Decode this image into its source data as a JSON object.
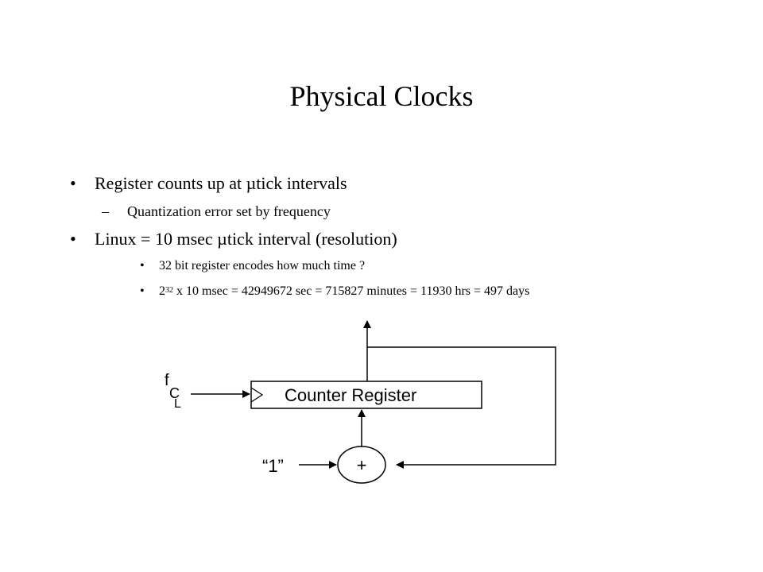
{
  "slide": {
    "title": "Physical Clocks",
    "bullets": [
      {
        "marker": "•",
        "text": "Register counts up at µtick intervals"
      },
      {
        "marker": "–",
        "text": "Quantization error set by frequency"
      },
      {
        "marker": "•",
        "text": "Linux = 10 msec µtick interval (resolution)"
      },
      {
        "marker": "•",
        "text": "32 bit register encodes how much time ?"
      },
      {
        "marker": "•",
        "base": "2",
        "exponent": "32",
        "text": " x 10 msec =  42949672 sec = 715827 minutes = 11930 hrs = 497 days"
      }
    ]
  },
  "diagram": {
    "register_label": "Counter Register",
    "adder_label": "+",
    "input_one_label": "“1”",
    "clock_label_main": "f",
    "clock_label_sub_c": "C",
    "clock_label_sub_l": "L"
  }
}
